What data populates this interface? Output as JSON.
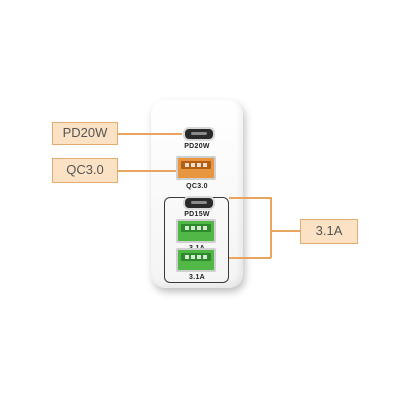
{
  "callouts": {
    "pd20w": "PD20W",
    "qc30": "QC3.0",
    "a31": "3.1A"
  },
  "ports": {
    "top_label": "PD20W",
    "qc_label": "QC3.0",
    "pd15_label": "PD15W",
    "a1_label": "3.1A",
    "a2_label": "3.1A"
  },
  "colors": {
    "callout_fill": "#fbe2c4",
    "callout_border": "#e2ac70",
    "qc_port": "#e8963f",
    "fast_port": "#51b848"
  }
}
